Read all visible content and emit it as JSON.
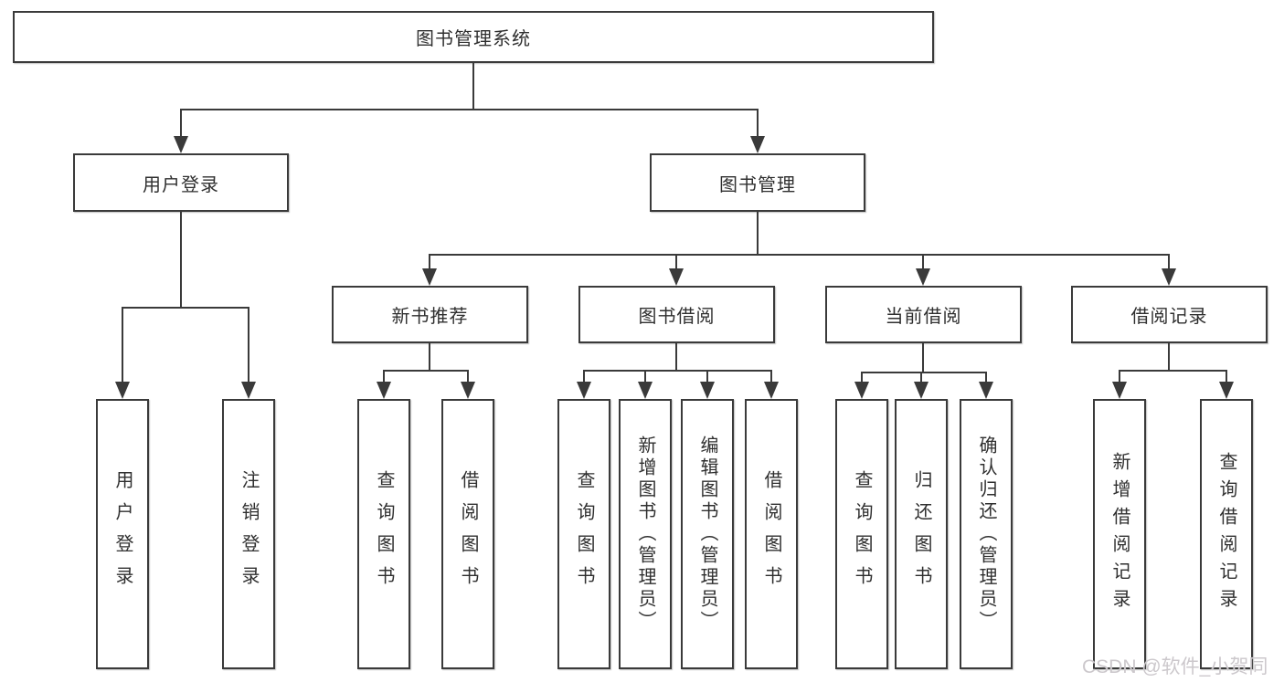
{
  "colors": {
    "line": "#3a3a3a",
    "text": "#2f2f2f",
    "watermark": "#ccc8cc"
  },
  "tree": {
    "root": {
      "label": "图书管理系统",
      "children": [
        {
          "label": "用户登录",
          "children": [
            {
              "label": "用户登录"
            },
            {
              "label": "注销登录"
            }
          ]
        },
        {
          "label": "图书管理",
          "children": [
            {
              "label": "新书推荐",
              "children": [
                {
                  "label": "查询图书"
                },
                {
                  "label": "借阅图书"
                }
              ]
            },
            {
              "label": "图书借阅",
              "children": [
                {
                  "label": "查询图书"
                },
                {
                  "label": "新增图书（管理员）"
                },
                {
                  "label": "编辑图书（管理员）"
                },
                {
                  "label": "借阅图书"
                }
              ]
            },
            {
              "label": "当前借阅",
              "children": [
                {
                  "label": "查询图书"
                },
                {
                  "label": "归还图书"
                },
                {
                  "label": "确认归还（管理员）"
                }
              ]
            },
            {
              "label": "借阅记录",
              "children": [
                {
                  "label": "新增借阅记录"
                },
                {
                  "label": "查询借阅记录"
                }
              ]
            }
          ]
        }
      ]
    }
  },
  "watermark": {
    "text": "CSDN @软件_小贺同学"
  }
}
